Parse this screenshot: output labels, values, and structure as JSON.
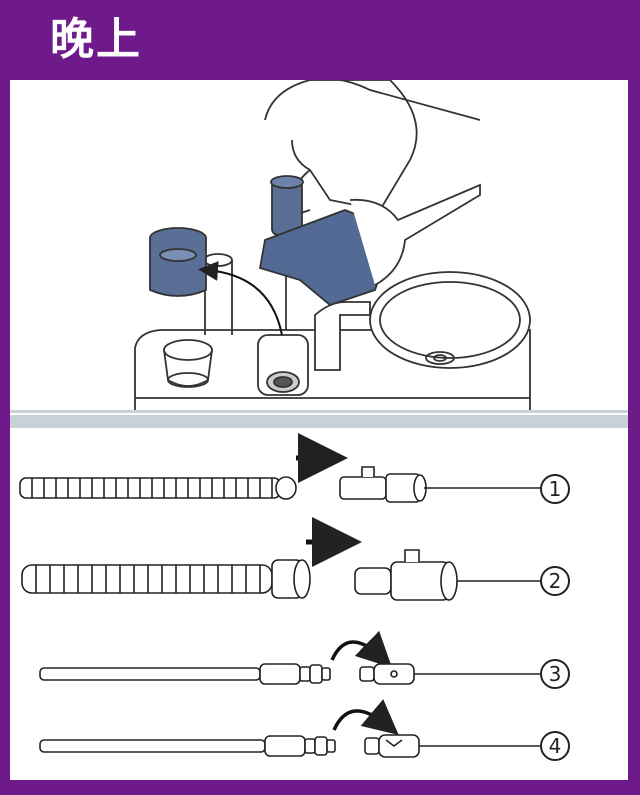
{
  "header": {
    "title": "晚上",
    "background_color": "#6f1a8a",
    "title_color": "#ffffff"
  },
  "illustration": {
    "description_icons": [
      "hand-icon",
      "mask-cushion-icon",
      "water-chamber-icon",
      "washbasin-icon",
      "cloth-icon"
    ]
  },
  "steps": [
    {
      "number": "1",
      "hose": "standard-tube",
      "action": "arrow-right"
    },
    {
      "number": "2",
      "hose": "large-tube",
      "action": "arrow-right"
    },
    {
      "number": "3",
      "hose": "slim-tube",
      "action": "curved-arrow"
    },
    {
      "number": "4",
      "hose": "slim-tube",
      "action": "curved-arrow"
    }
  ]
}
